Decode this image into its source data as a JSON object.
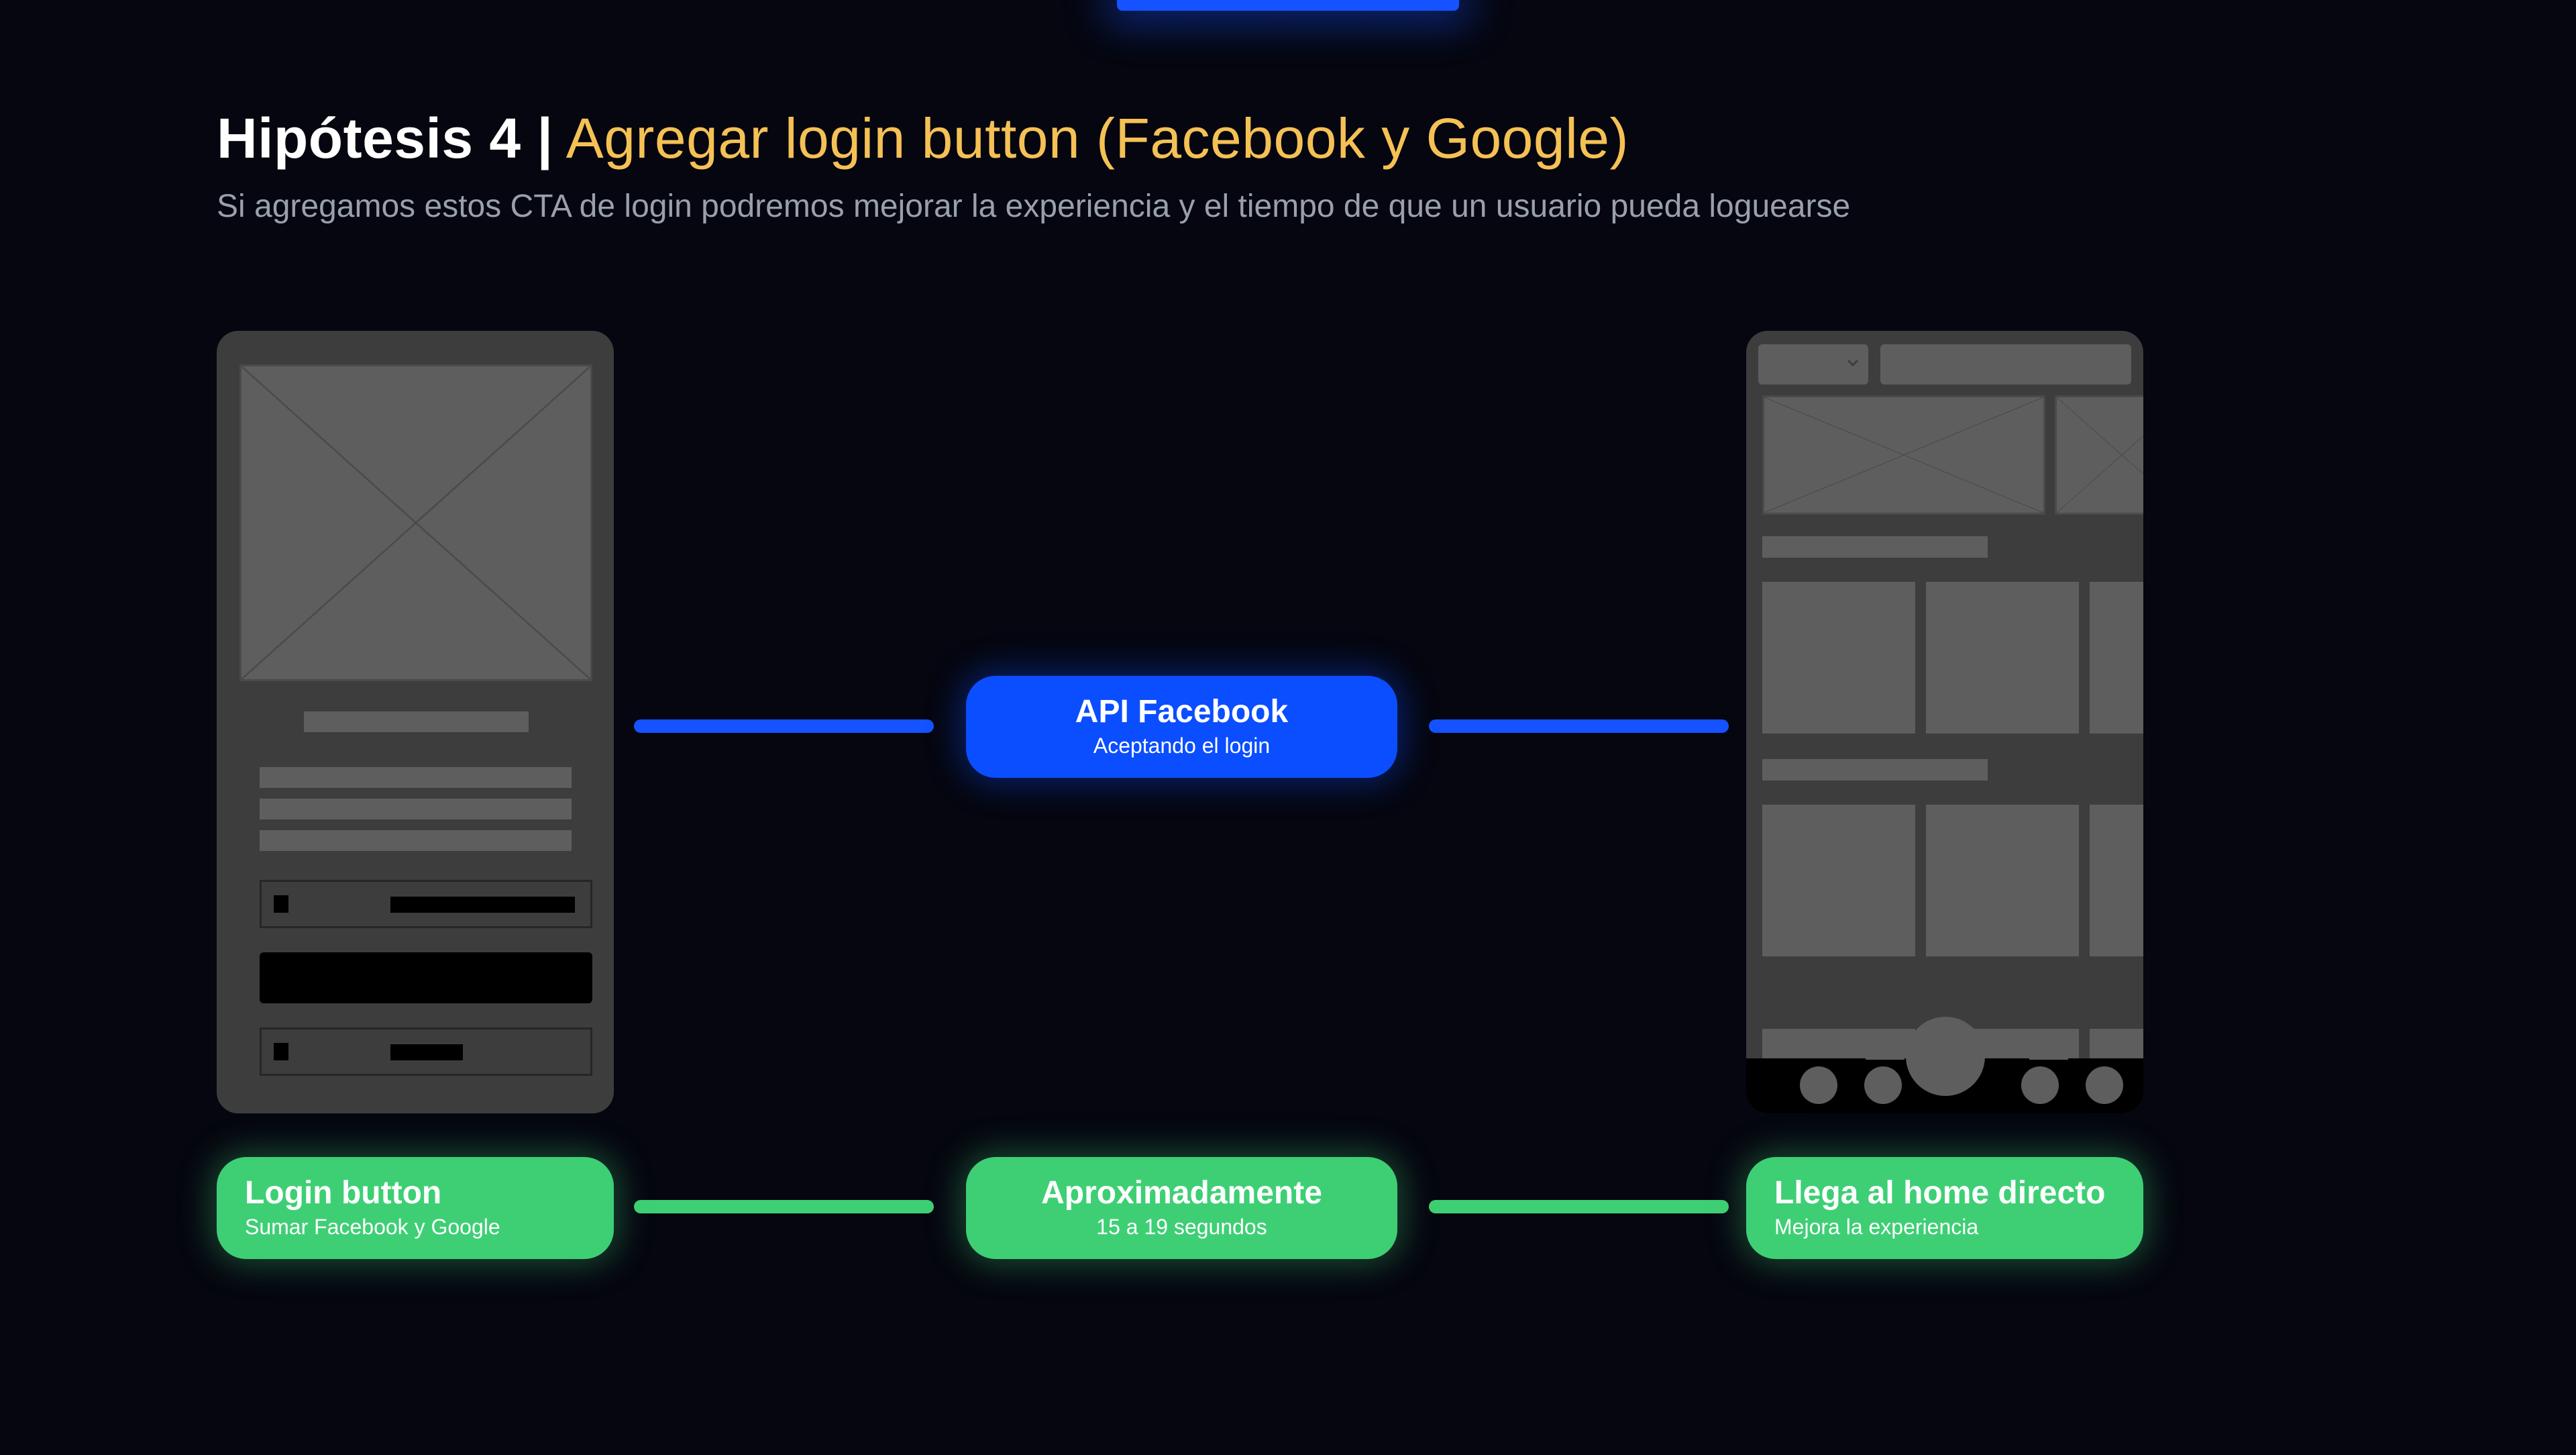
{
  "heading": {
    "lead": "Hipótesis 4 |",
    "rest": "Agregar login button (Facebook y Google)",
    "subtitle": "Si agregamos estos CTA de login podremos mejorar la experiencia y el tiempo de que un usuario pueda loguearse"
  },
  "nodes": {
    "api_facebook": {
      "title": "API Facebook",
      "subtitle": "Aceptando el login"
    },
    "login_button": {
      "title": "Login button",
      "subtitle": "Sumar Facebook y Google"
    },
    "approx": {
      "title": "Aproximadamente",
      "subtitle": "15 a 19 segundos"
    },
    "home": {
      "title": "Llega al home directo",
      "subtitle": "Mejora la experiencia"
    }
  },
  "colors": {
    "background": "#05060f",
    "blue_accent": "#0b4eff",
    "green_accent": "#3ecf75",
    "title_highlight": "#f5c155"
  },
  "icons": {
    "dropdown": "chevron-down-icon"
  }
}
